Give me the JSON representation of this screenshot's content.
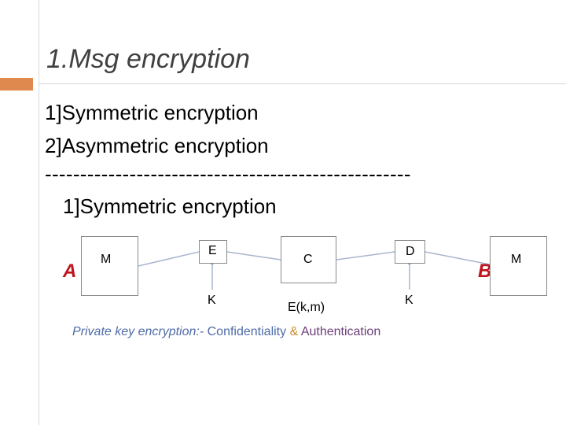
{
  "slide": {
    "title": "1.Msg encryption",
    "lines": [
      "1]Symmetric encryption",
      "2]Asymmetric encryption"
    ],
    "separator": "----------------------------------------------------",
    "subheading": "1]Symmetric encryption"
  },
  "diagram": {
    "sender_label": "A",
    "receiver_label": "B",
    "sender_box": "M",
    "encrypt_label": "E",
    "encrypt_key": "K",
    "cipher_box": "C",
    "cipher_formula": "E(k,m)",
    "decrypt_label": "D",
    "decrypt_key": "K",
    "receiver_box": "M"
  },
  "caption": {
    "part1": "Private key encryption:- ",
    "part2": "Confidentiality ",
    "amp": "&",
    "part3": " Authentication"
  },
  "colors": {
    "accent": "#e0894f",
    "party": "#c0141d",
    "caption_blue": "#4f6ba8",
    "caption_purple": "#6b3d7a",
    "connector": "#a9b6cf"
  }
}
